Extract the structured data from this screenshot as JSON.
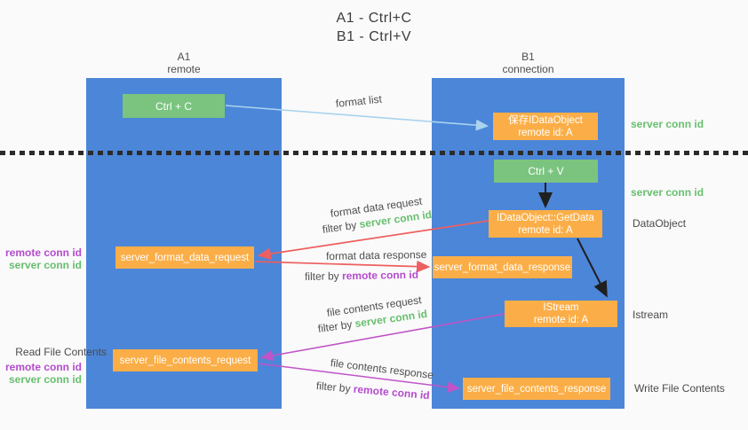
{
  "title": {
    "line1": "A1 - Ctrl+C",
    "line2": "B1 - Ctrl+V"
  },
  "columns": {
    "left": {
      "id": "A1",
      "name": "remote"
    },
    "right": {
      "id": "B1",
      "name": "connection"
    }
  },
  "nodes": {
    "ctrl_c": "Ctrl + C",
    "ctrl_v": "Ctrl + V",
    "save_dataobject": {
      "line1": "保存IDataObject",
      "line2": "remote id: A"
    },
    "getdata": {
      "line1": "IDataObject::GetData",
      "line2": "remote id: A"
    },
    "istream": {
      "line1": "IStream",
      "line2": "remote id: A"
    },
    "format_request": "server_format_data_request",
    "format_response": "server_format_data_response",
    "file_request": "server_file_contents_request",
    "file_response": "server_file_contents_response"
  },
  "edge_labels": {
    "format_list": "format list",
    "format_data_request": "format data request",
    "format_data_response": "format data response",
    "file_contents_request": "file contents request",
    "file_contents_response": "file contents response",
    "filter_by": "filter by ",
    "server_conn_id": "server conn id",
    "remote_conn_id": "remote conn id"
  },
  "side_labels": {
    "server_conn_id": "server conn id",
    "remote_conn_id": "remote conn id",
    "dataobject": "DataObject",
    "istream": "Istream",
    "read_file_contents": "Read File Contents",
    "write_file_contents": "Write File Contents"
  },
  "colors": {
    "lifeline_blue": "#4c86d8",
    "node_green": "#7ac47f",
    "node_orange": "#fbae47",
    "accent_green": "#67bf6e",
    "accent_purple": "#b44ccd",
    "arrow_red": "#ee5f5f",
    "arrow_light_blue": "#a9d3ef",
    "arrow_purple": "#c054c8",
    "arrow_black": "#1f1f1f"
  }
}
